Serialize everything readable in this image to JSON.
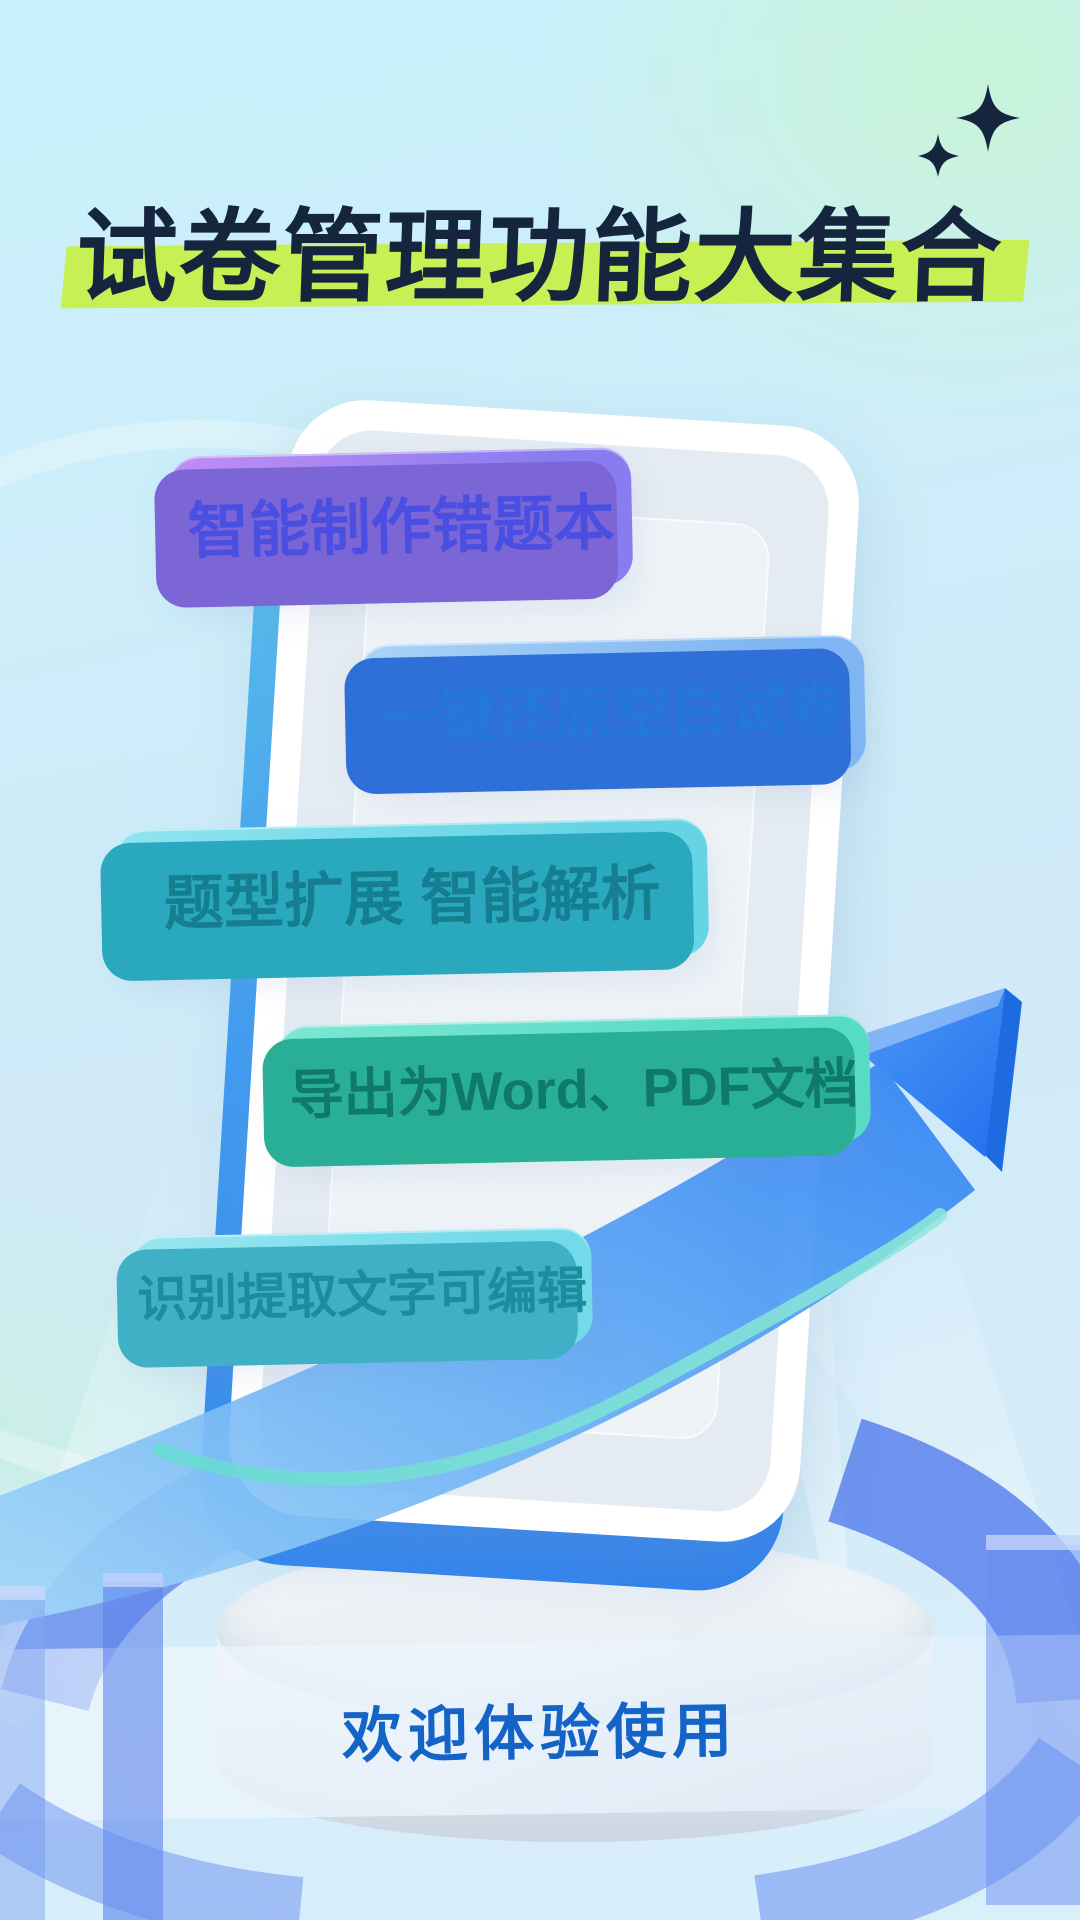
{
  "title": {
    "text": "试卷管理功能大集合",
    "text_color": "#16253E",
    "highlight_color": "#C6F054"
  },
  "sparkles": {
    "color": "#16253E",
    "large_icon": "sparkle-4point-large",
    "small_icon": "sparkle-4point-small"
  },
  "features": [
    {
      "label": "智能制作错题本",
      "bg_from": "#BF8EF2",
      "bg_to": "#8A7CF0",
      "text_color": "#4A4FE2",
      "depth_color": "#7C66D6"
    },
    {
      "label": "一键还原空白试卷",
      "bg_from": "#AAD3F6",
      "bg_to": "#7FB5F2",
      "text_color": "#2478DA",
      "depth_color": "#2F6FD8"
    },
    {
      "label": "题型扩展 智能解析",
      "bg_from": "#90E4F0",
      "bg_to": "#65D4E5",
      "text_color": "#157E90",
      "depth_color": "#2AA9BE"
    },
    {
      "label": "导出为Word、PDF文档",
      "bg_from": "#7BE7D3",
      "bg_to": "#57DBC4",
      "text_color": "#0F7A68",
      "depth_color": "#28AF96"
    },
    {
      "label": "识别提取文字可编辑",
      "bg_from": "#99E7F1",
      "bg_to": "#72DAE9",
      "text_color": "#1D8C9F",
      "depth_color": "#3FB0C5"
    }
  ],
  "footer": {
    "text": "欢迎体验使用",
    "text_color": "#1463C6"
  },
  "arrow": {
    "icon": "trend-up-arrow",
    "color_from": "#A8DBF8",
    "color_mid": "#5FA8F5",
    "color_to": "#2E82F4",
    "accent_teal": "#66DCD0"
  }
}
